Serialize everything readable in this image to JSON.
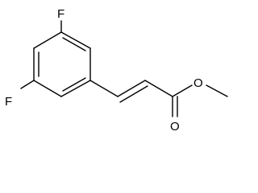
{
  "structure": {
    "atoms": {
      "fluorine_top": "F",
      "fluorine_left": "F",
      "oxygen_ester": "O",
      "oxygen_carbonyl": "O"
    }
  }
}
